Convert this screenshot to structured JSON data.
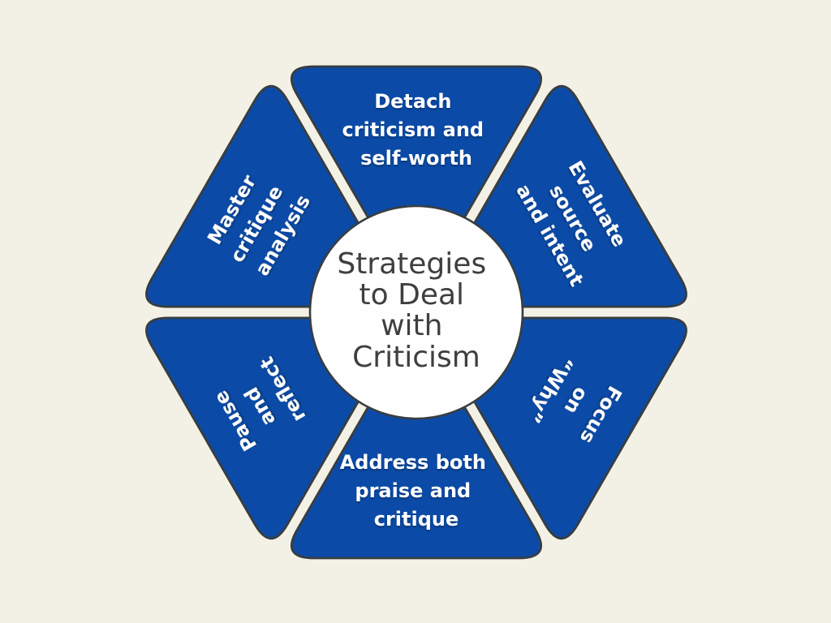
{
  "title": "Strategies to Deal with Criticism",
  "colors": {
    "background": "#f3f1e6",
    "petal_fill": "#0b4ba7",
    "petal_text": "#ffffff",
    "outline": "#383d40",
    "hub_fill": "#fefefe",
    "hub_text": "#3f3f3f"
  },
  "center": {
    "lines": [
      "Strategies",
      "to Deal",
      "with",
      "Criticism"
    ]
  },
  "petals": [
    {
      "position": "top",
      "label": "Detach criticism and self-worth",
      "lines": [
        "Detach",
        "criticism and",
        "self-worth"
      ]
    },
    {
      "position": "top-right",
      "label": "Evaluate source and intent",
      "lines": [
        "Evaluate",
        "source",
        "and intent"
      ]
    },
    {
      "position": "bottom-right",
      "label": "Focus on “Why”",
      "lines": [
        "Focus",
        "on",
        "“Why”"
      ]
    },
    {
      "position": "bottom",
      "label": "Address both praise and critique",
      "lines": [
        "Address both",
        "praise and",
        "critique"
      ]
    },
    {
      "position": "bottom-left",
      "label": "Pause and reflect",
      "lines": [
        "Pause",
        "and",
        "reflect"
      ]
    },
    {
      "position": "top-left",
      "label": "Master critique analysis",
      "lines": [
        "Master",
        "critique",
        "analysis"
      ]
    }
  ]
}
